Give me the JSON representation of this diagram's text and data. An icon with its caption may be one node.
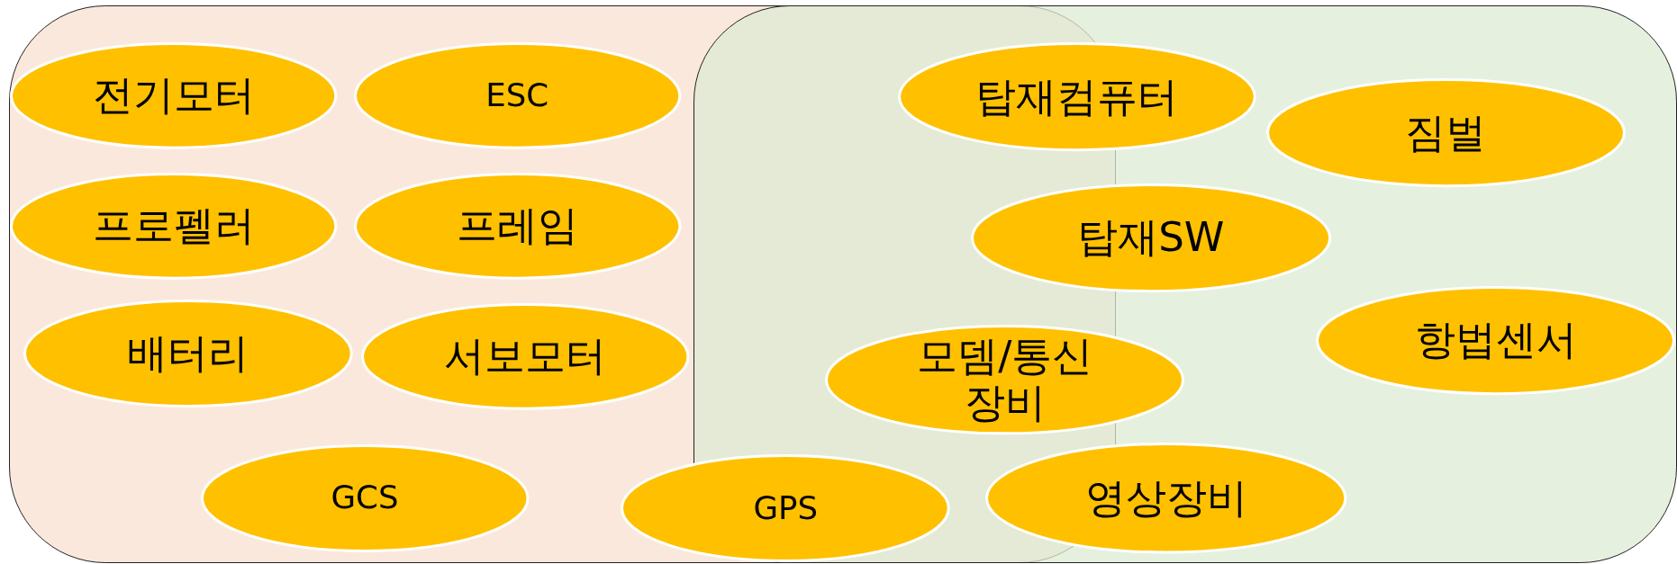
{
  "diagram": {
    "nodes": [
      {
        "text": [],
        "shape": "box"
      },
      {
        "text": [],
        "shape": "box"
      },
      {
        "text": [
          "전기모터"
        ],
        "in": 0
      },
      {
        "text": [
          "ESC"
        ],
        "in": 0
      },
      {
        "text": [
          "프로펠러"
        ],
        "in": 0
      },
      {
        "text": [
          "프레임"
        ],
        "in": 0
      },
      {
        "text": [
          "배터리"
        ],
        "in": 0
      },
      {
        "text": [
          "서보모터"
        ],
        "in": 0
      },
      {
        "text": [
          "GCS"
        ],
        "in": 0
      },
      {
        "text": [
          "탑재컴퓨터"
        ],
        "in": 1
      },
      {
        "text": [
          "짐벌"
        ],
        "in": 1
      },
      {
        "text": [
          "탑재SW"
        ],
        "in": 1
      },
      {
        "text": [
          "항법센서"
        ],
        "in": 1
      },
      {
        "text": [
          "모뎀/통신 장비"
        ],
        "in": 1
      },
      {
        "text": [
          "GPS"
        ],
        "in": 0
      },
      {
        "text": [
          "영상장비"
        ],
        "in": 1
      }
    ]
  }
}
